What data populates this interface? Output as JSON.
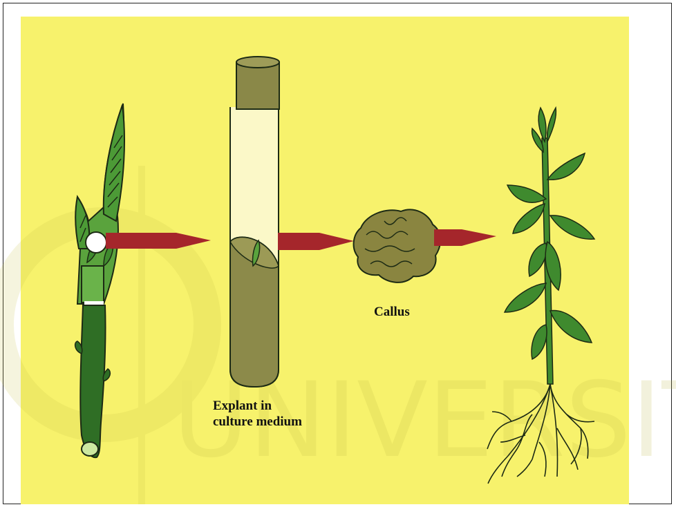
{
  "labels": {
    "callus": "Callus",
    "explant_line1": "Explant in",
    "explant_line2": "culture medium"
  },
  "colors": {
    "background": "#f7f26c",
    "arrow": "#a5262b",
    "leaf_green": "#3f8a2e",
    "stem_green": "#2f6e25",
    "medium": "#8c8a4a",
    "callus": "#8a8540",
    "outline": "#1c2a14"
  },
  "icons": [
    "stem-cutting",
    "test-tube",
    "callus-mass",
    "regenerated-plant"
  ]
}
